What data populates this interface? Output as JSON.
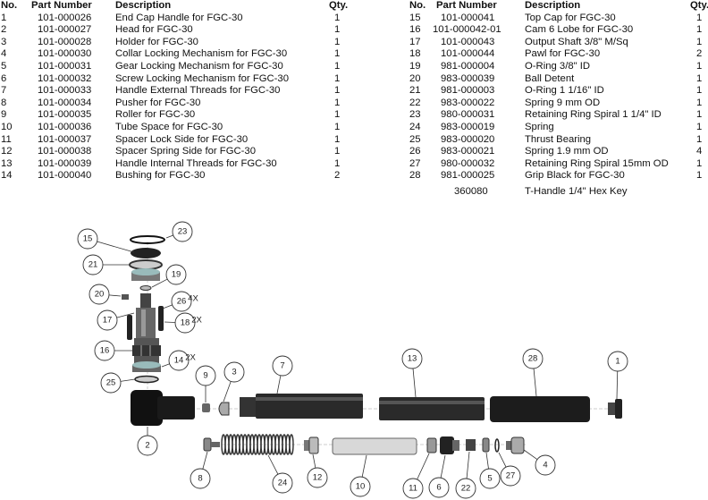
{
  "headers": {
    "no": "No.",
    "part": "Part Number",
    "desc": "Description",
    "qty": "Qty."
  },
  "left_rows": [
    {
      "no": "1",
      "part": "101-000026",
      "desc": "End Cap Handle for FGC-30",
      "qty": "1"
    },
    {
      "no": "2",
      "part": "101-000027",
      "desc": "Head for FGC-30",
      "qty": "1"
    },
    {
      "no": "3",
      "part": "101-000028",
      "desc": "Holder for FGC-30",
      "qty": "1"
    },
    {
      "no": "4",
      "part": "101-000030",
      "desc": "Collar Locking Mechanism for FGC-30",
      "qty": "1"
    },
    {
      "no": "5",
      "part": "101-000031",
      "desc": "Gear Locking Mechanism for FGC-30",
      "qty": "1"
    },
    {
      "no": "6",
      "part": "101-000032",
      "desc": "Screw Locking Mechanism for FGC-30",
      "qty": "1"
    },
    {
      "no": "7",
      "part": "101-000033",
      "desc": "Handle External Threads for FGC-30",
      "qty": "1"
    },
    {
      "no": "8",
      "part": "101-000034",
      "desc": "Pusher for FGC-30",
      "qty": "1"
    },
    {
      "no": "9",
      "part": "101-000035",
      "desc": "Roller for FGC-30",
      "qty": "1"
    },
    {
      "no": "10",
      "part": "101-000036",
      "desc": "Tube Space for FGC-30",
      "qty": "1"
    },
    {
      "no": "11",
      "part": "101-000037",
      "desc": "Spacer Lock Side for FGC-30",
      "qty": "1"
    },
    {
      "no": "12",
      "part": "101-000038",
      "desc": "Spacer Spring Side for FGC-30",
      "qty": "1"
    },
    {
      "no": "13",
      "part": "101-000039",
      "desc": "Handle Internal Threads for FGC-30",
      "qty": "1"
    },
    {
      "no": "14",
      "part": "101-000040",
      "desc": "Bushing for FGC-30",
      "qty": "2"
    }
  ],
  "right_rows": [
    {
      "no": "15",
      "part": "101-000041",
      "desc": "Top Cap for FGC-30",
      "qty": "1"
    },
    {
      "no": "16",
      "part": "101-000042-01",
      "desc": "Cam 6 Lobe for FGC-30",
      "qty": "1"
    },
    {
      "no": "17",
      "part": "101-000043",
      "desc": "Output Shaft 3/8\" M/Sq",
      "qty": "1"
    },
    {
      "no": "18",
      "part": "101-000044",
      "desc": "Pawl for FGC-30",
      "qty": "2"
    },
    {
      "no": "19",
      "part": "981-000004",
      "desc": "O-Ring 3/8\" ID",
      "qty": "1"
    },
    {
      "no": "20",
      "part": "983-000039",
      "desc": "Ball Detent",
      "qty": "1"
    },
    {
      "no": "21",
      "part": "981-000003",
      "desc": "O-Ring  1 1/16\" ID",
      "qty": "1"
    },
    {
      "no": "22",
      "part": "983-000022",
      "desc": "Spring 9 mm OD",
      "qty": "1"
    },
    {
      "no": "23",
      "part": "980-000031",
      "desc": "Retaining Ring Spiral 1 1/4\" ID",
      "qty": "1"
    },
    {
      "no": "24",
      "part": "983-000019",
      "desc": "Spring",
      "qty": "1"
    },
    {
      "no": "25",
      "part": "983-000020",
      "desc": "Thrust Bearing",
      "qty": "1"
    },
    {
      "no": "26",
      "part": "983-000021",
      "desc": "Spring 1.9 mm OD",
      "qty": "4"
    },
    {
      "no": "27",
      "part": "980-000032",
      "desc": "Retaining Ring Spiral 15mm OD",
      "qty": "1"
    },
    {
      "no": "28",
      "part": "981-000025",
      "desc": "Grip Black for FGC-30",
      "qty": "1"
    }
  ],
  "extra": {
    "part": "360080",
    "desc": "T-Handle 1/4\" Hex Key"
  },
  "diagram": {
    "callouts": [
      "15",
      "23",
      "21",
      "19",
      "20",
      "26",
      "17",
      "18",
      "16",
      "14",
      "25",
      "9",
      "3",
      "7",
      "13",
      "28",
      "1",
      "2",
      "8",
      "24",
      "12",
      "10",
      "11",
      "6",
      "22",
      "5",
      "27",
      "4"
    ],
    "suffixes": {
      "s26": "4X",
      "s18": "2X",
      "s14": "2X"
    }
  }
}
